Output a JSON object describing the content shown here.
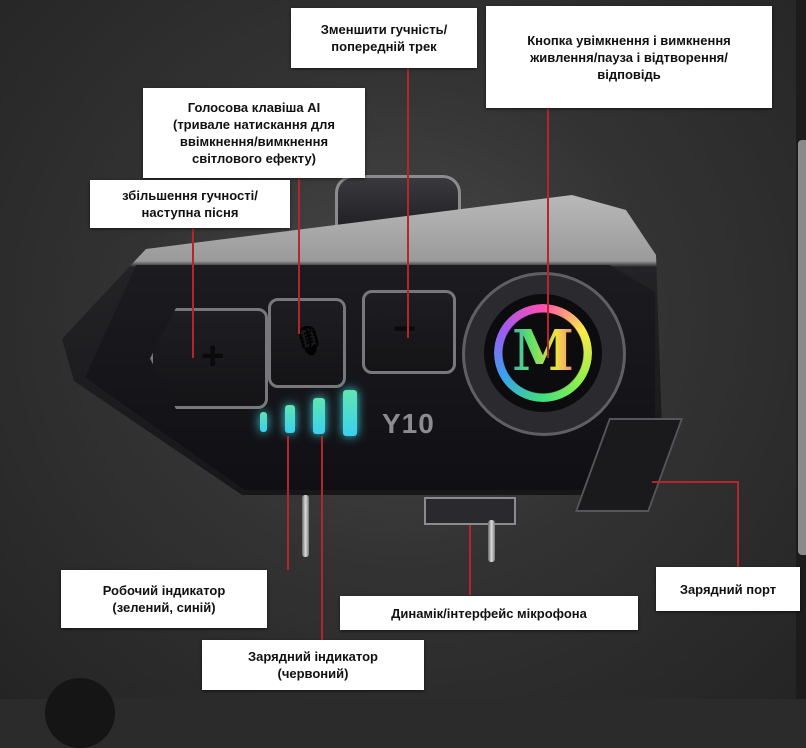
{
  "diagram": {
    "subject": "Motorcycle helmet Bluetooth intercom, model Y10",
    "model_label": "Y10",
    "logo_letter": "M",
    "colors": {
      "background": "#2b2b2b",
      "callout_line": "#b3262c",
      "label_bg": "#ffffff",
      "label_text": "#111111",
      "led_glow": "#3fd8e6"
    },
    "button_glyphs": {
      "plus": "+",
      "minus": "−",
      "voice": "🎙"
    },
    "labels": {
      "volume_down": "Зменшити гучність/\nпопередній трек",
      "power": "Кнопка увімкнення і вимкнення\nживлення/пауза і відтворення/\nвідповідь",
      "voice_ai": "Голосова клавіша AI\n(тривале натискання для\nввімкнення/вимкнення\nсвітлового ефекту)",
      "volume_up": "збільшення гучності/\nнаступна пісня",
      "work_indicator": "Робочий індикатор\n(зелений, синій)",
      "charge_indicator": "Зарядний індикатор\n(червоний)",
      "speaker_mic": "Динамік/інтерфейс мікрофона",
      "charge_port": "Зарядний порт"
    }
  }
}
